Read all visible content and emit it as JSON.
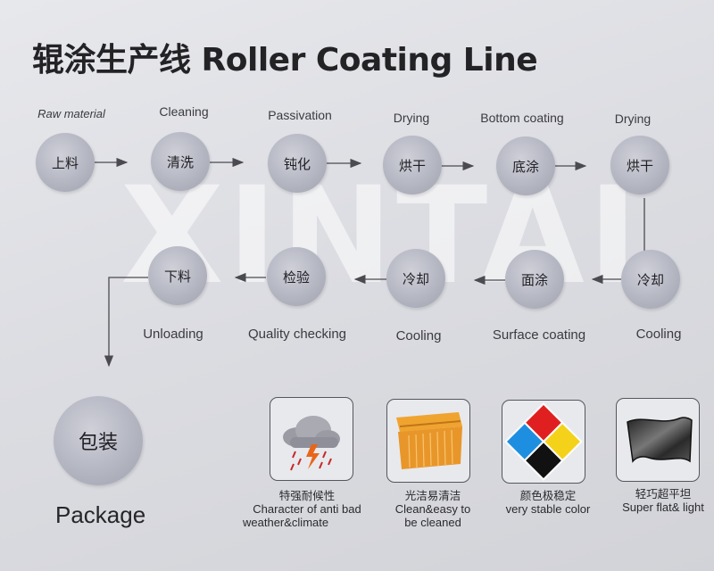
{
  "title": "辊涂生产线 Roller Coating Line",
  "watermark": "XINTAI",
  "top_row": [
    {
      "cn": "上料",
      "en": "Raw material"
    },
    {
      "cn": "清洗",
      "en": "Cleaning"
    },
    {
      "cn": "钝化",
      "en": "Passivation"
    },
    {
      "cn": "烘干",
      "en": "Drying"
    },
    {
      "cn": "底涂",
      "en": "Bottom  coating"
    },
    {
      "cn": "烘干",
      "en": "Drying"
    }
  ],
  "bottom_row": [
    {
      "cn": "下料",
      "en": "Unloading"
    },
    {
      "cn": "检验",
      "en": "Quality checking"
    },
    {
      "cn": "冷却",
      "en": "Cooling"
    },
    {
      "cn": "面涂",
      "en": "Surface coating"
    },
    {
      "cn": "冷却",
      "en": "Cooling"
    }
  ],
  "package": {
    "cn": "包装",
    "en": "Package"
  },
  "features": [
    {
      "cn": "特强耐候性",
      "en1": "Character of anti bad",
      "en2": "weather&climate",
      "icon": "storm-cloud-icon"
    },
    {
      "cn": "光洁易清洁",
      "en1": "Clean&easy to",
      "en2": "be cleaned",
      "icon": "scraper-icon"
    },
    {
      "cn": "颜色极稳定",
      "en1": "very stable color",
      "en2": "",
      "icon": "color-diamond-icon"
    },
    {
      "cn": "轻巧超平坦",
      "en1": "Super flat& light",
      "en2": "",
      "icon": "flat-sheet-icon"
    }
  ],
  "colors": {
    "node": "#b4b6c2",
    "arrow": "#4a4a50",
    "diamond": [
      "#e02020",
      "#f4d21a",
      "#1e8fe0",
      "#111111"
    ]
  }
}
